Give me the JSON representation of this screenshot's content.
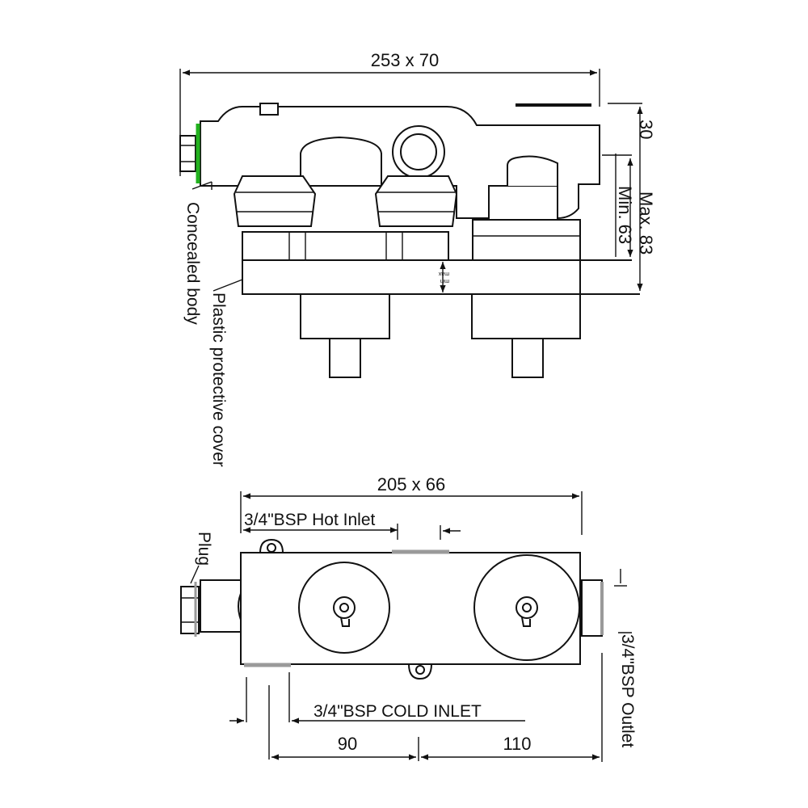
{
  "colors": {
    "line": "#111111",
    "accent": "#22b11e",
    "grey_band": "#9a9a9a",
    "background": "#ffffff"
  },
  "top_view": {
    "overall_dim": "253 x 70",
    "dim_30": "30",
    "dim_max": "Max. 83",
    "dim_min": "Min. 63",
    "arrow_max": "max",
    "arrow_min": "min",
    "label_body": "Concealed body",
    "label_cover": "Plastic protective cover"
  },
  "bottom_view": {
    "overall_dim": "205 x 66",
    "hot_inlet": "3/4\"BSP Hot Inlet",
    "cold_inlet": "3/4\"BSP COLD INLET",
    "plug": "Plug",
    "outlet": "3/4\"BSP Outlet",
    "dim_90": "90",
    "dim_110": "110"
  }
}
